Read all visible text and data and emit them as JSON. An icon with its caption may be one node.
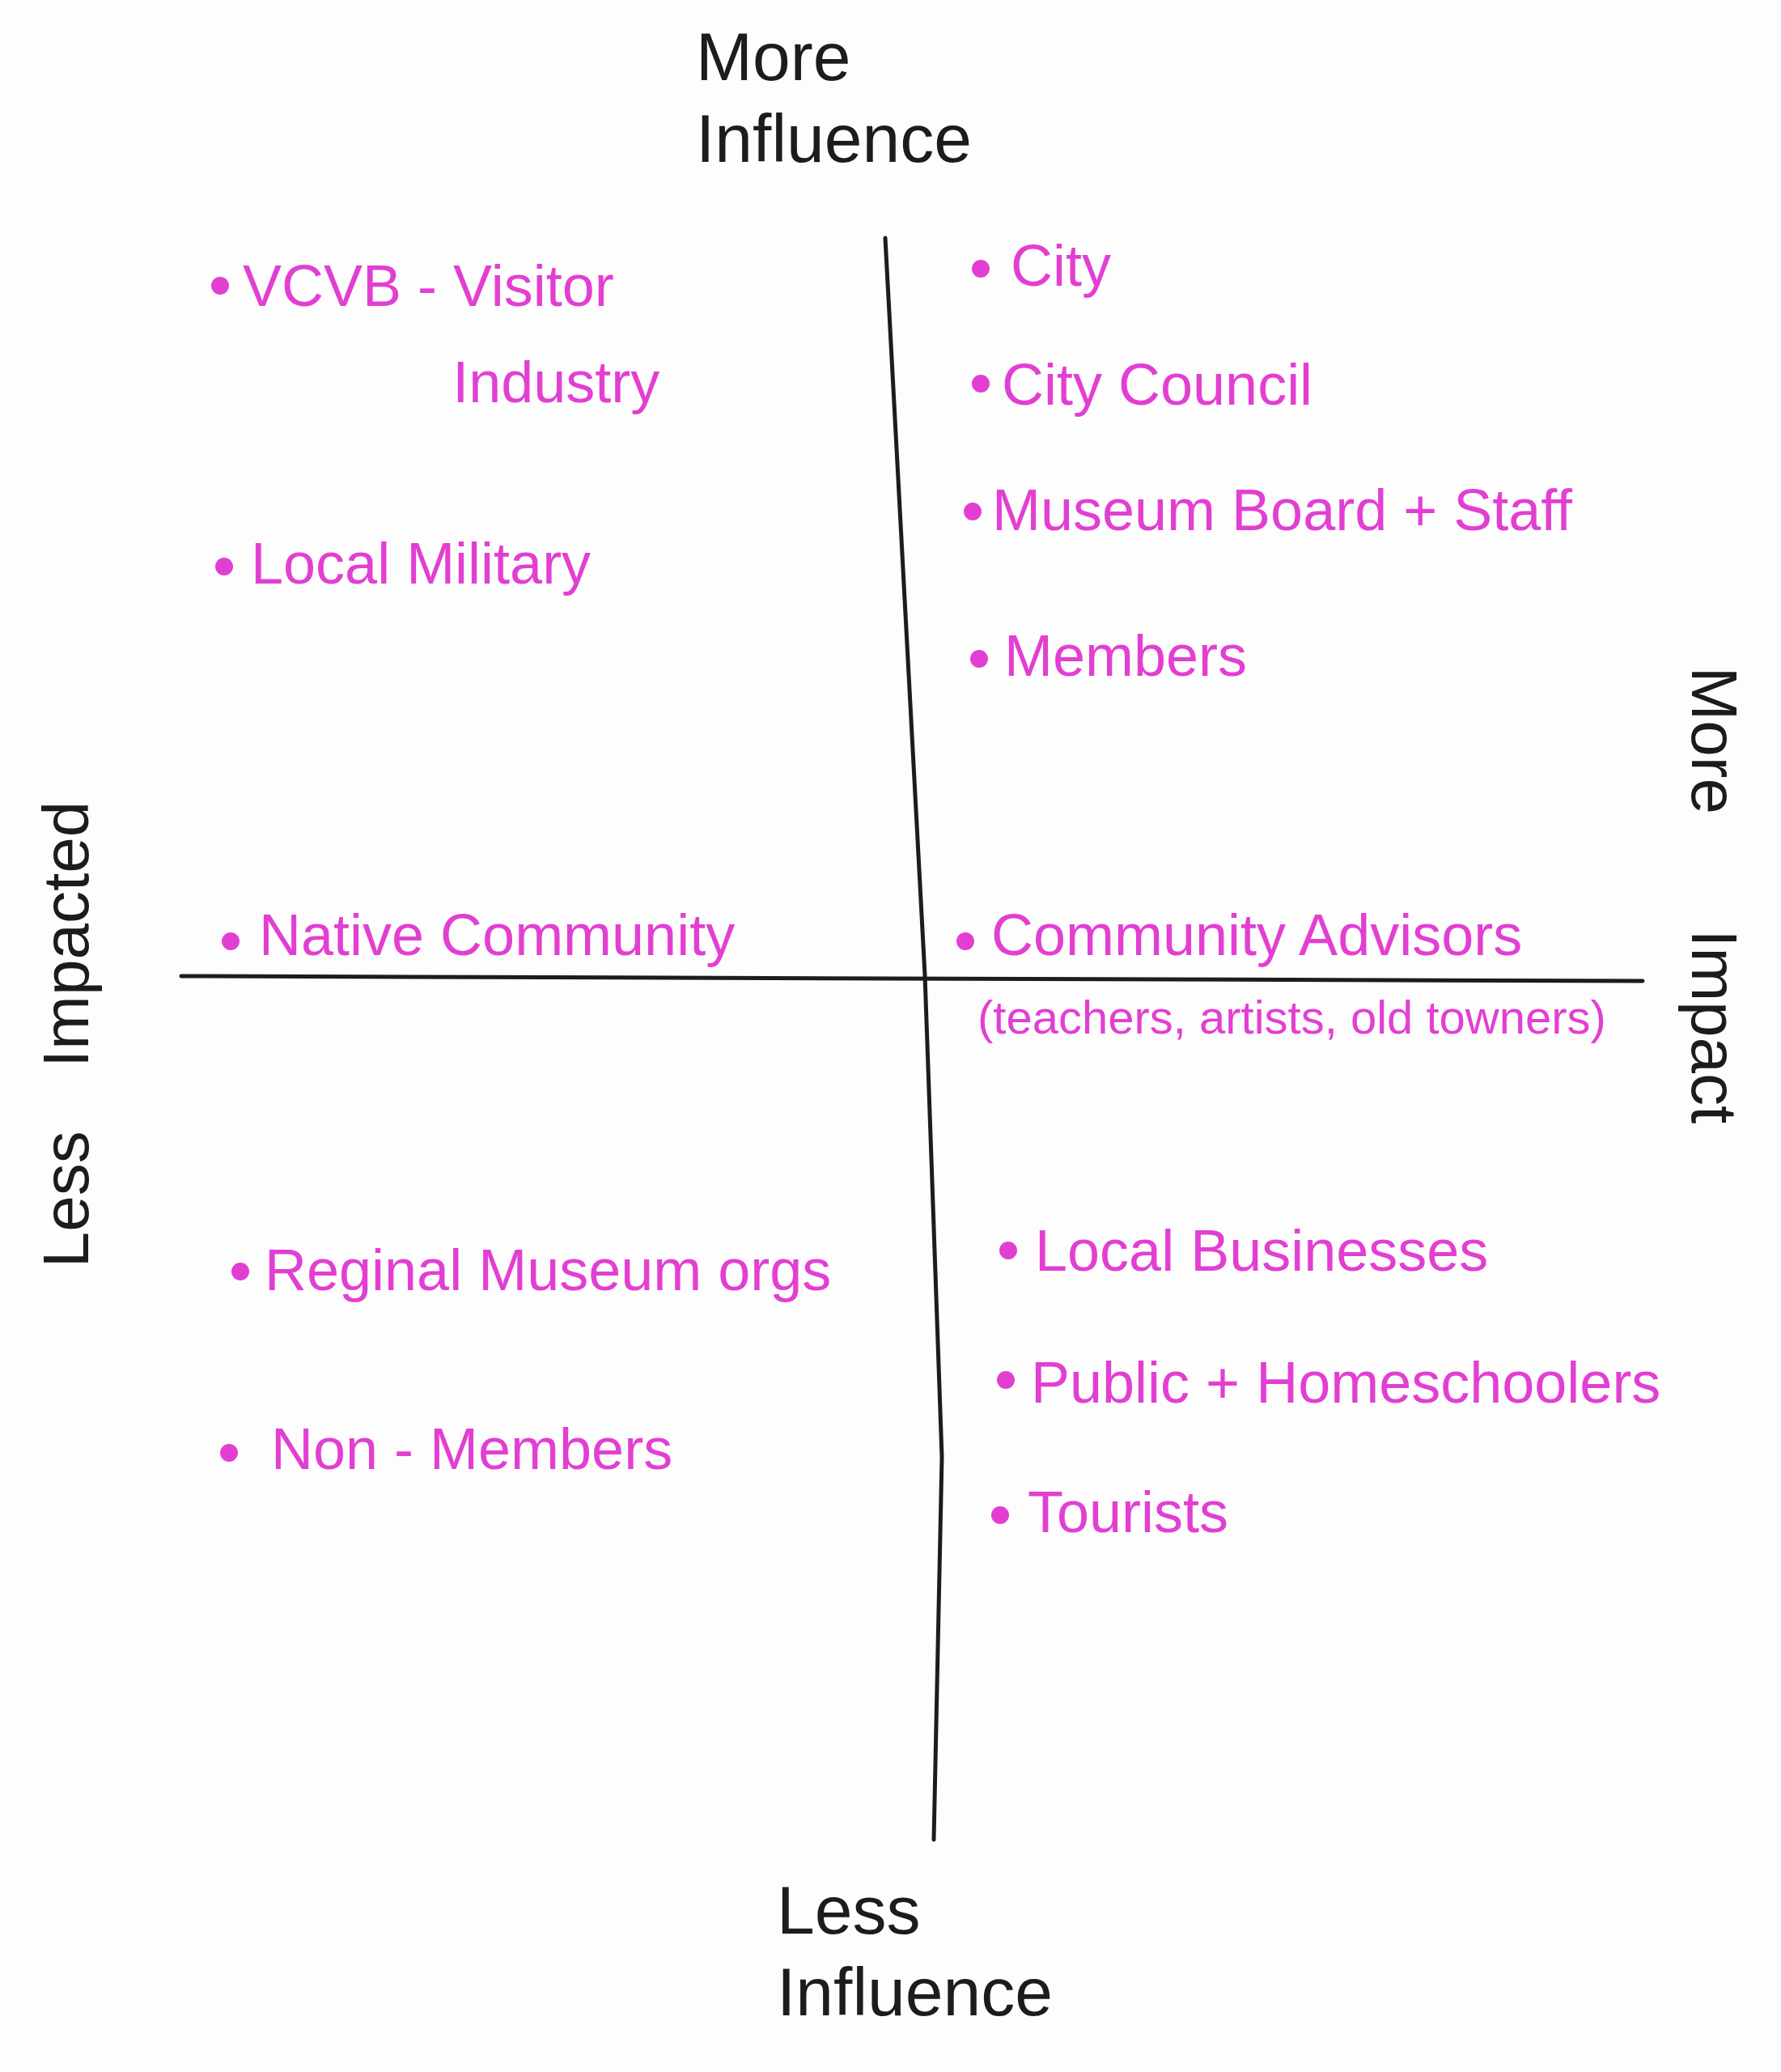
{
  "diagram": {
    "labels": [
      "More Influence",
      "VCVB - Visitor Industry",
      "City",
      "City Council",
      "Museum Board + Staff",
      "Local Military",
      "Members",
      "More Impact",
      "Less Impacted",
      "Native Community",
      "Community Advisors",
      "(teachers, artists, old towners)",
      "Reginal Museum orgs",
      "Local Businesses",
      "Public + Homeschoolers",
      "Non - Members",
      "Tourists",
      "Less Influence"
    ]
  }
}
